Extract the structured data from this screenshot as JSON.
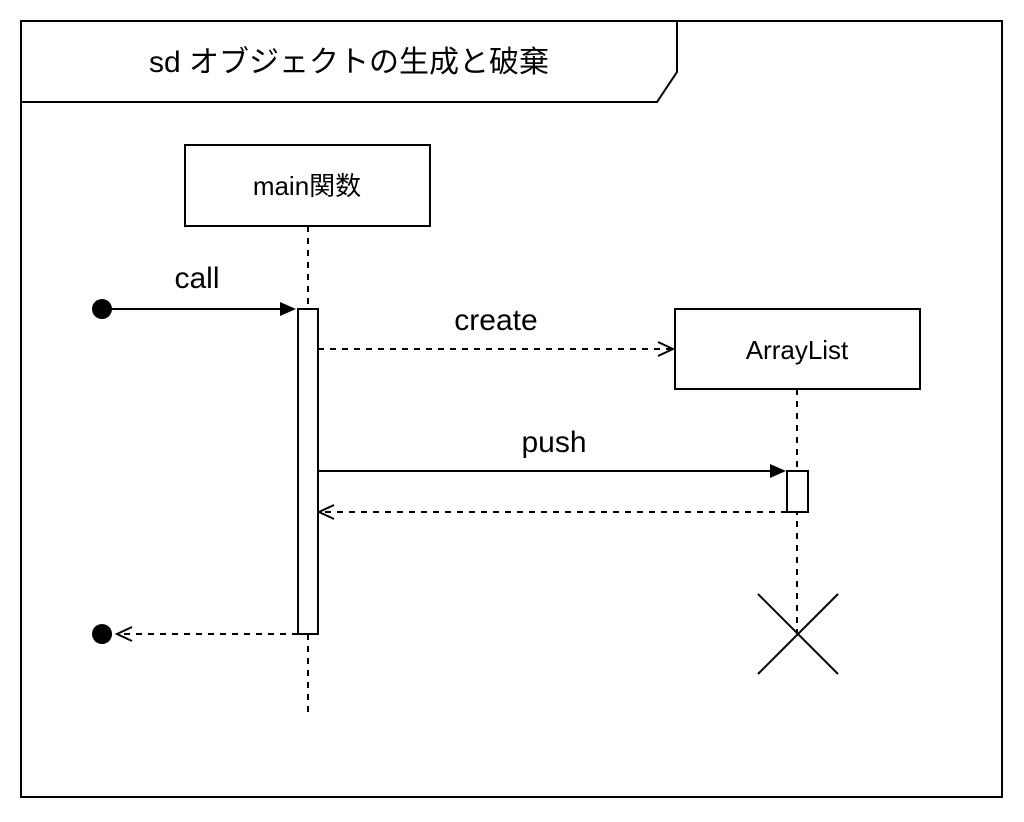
{
  "frame": {
    "title": "sd オブジェクトの生成と破棄"
  },
  "lifelines": {
    "main": {
      "label": "main関数"
    },
    "arraylist": {
      "label": "ArrayList"
    }
  },
  "messages": {
    "call": {
      "label": "call",
      "kind": "synchronous"
    },
    "create": {
      "label": "create",
      "kind": "create"
    },
    "push": {
      "label": "push",
      "kind": "synchronous"
    },
    "push_return": {
      "label": "",
      "kind": "reply"
    },
    "call_return": {
      "label": "",
      "kind": "reply"
    }
  },
  "colors": {
    "stroke": "#000000",
    "background": "#ffffff"
  }
}
